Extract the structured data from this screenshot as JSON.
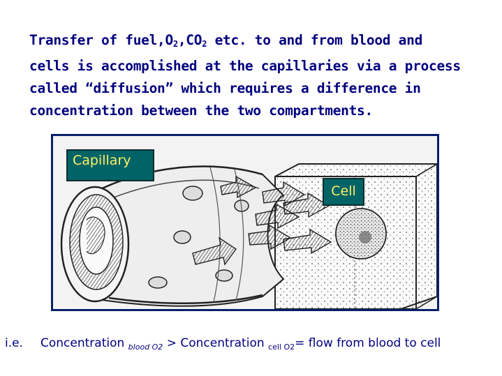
{
  "title": {
    "line1_pre": "Transfer of fuel,O",
    "line1_sub1": "2",
    "line1_mid": ",CO",
    "line1_sub2": "2",
    "line1_post": " etc. to and from blood and",
    "line2": "cells is accomplished at the capillaries via a process",
    "line3": "called “diffusion” which requires a difference in",
    "line4": "concentration between the two compartments."
  },
  "diagram": {
    "capillary_label": "Capillary",
    "cell_label": "Cell",
    "colors": {
      "label_bg": "#006466",
      "label_text": "#fff066",
      "frame_border": "#0a1f6b",
      "title_text": "#000080"
    }
  },
  "footer": {
    "ie": "i.e.",
    "word1": "Concentration ",
    "sub1": "blood O2",
    "mid": " > Concentration ",
    "sub2": "cell O2",
    "end": "= flow from blood to cell"
  }
}
